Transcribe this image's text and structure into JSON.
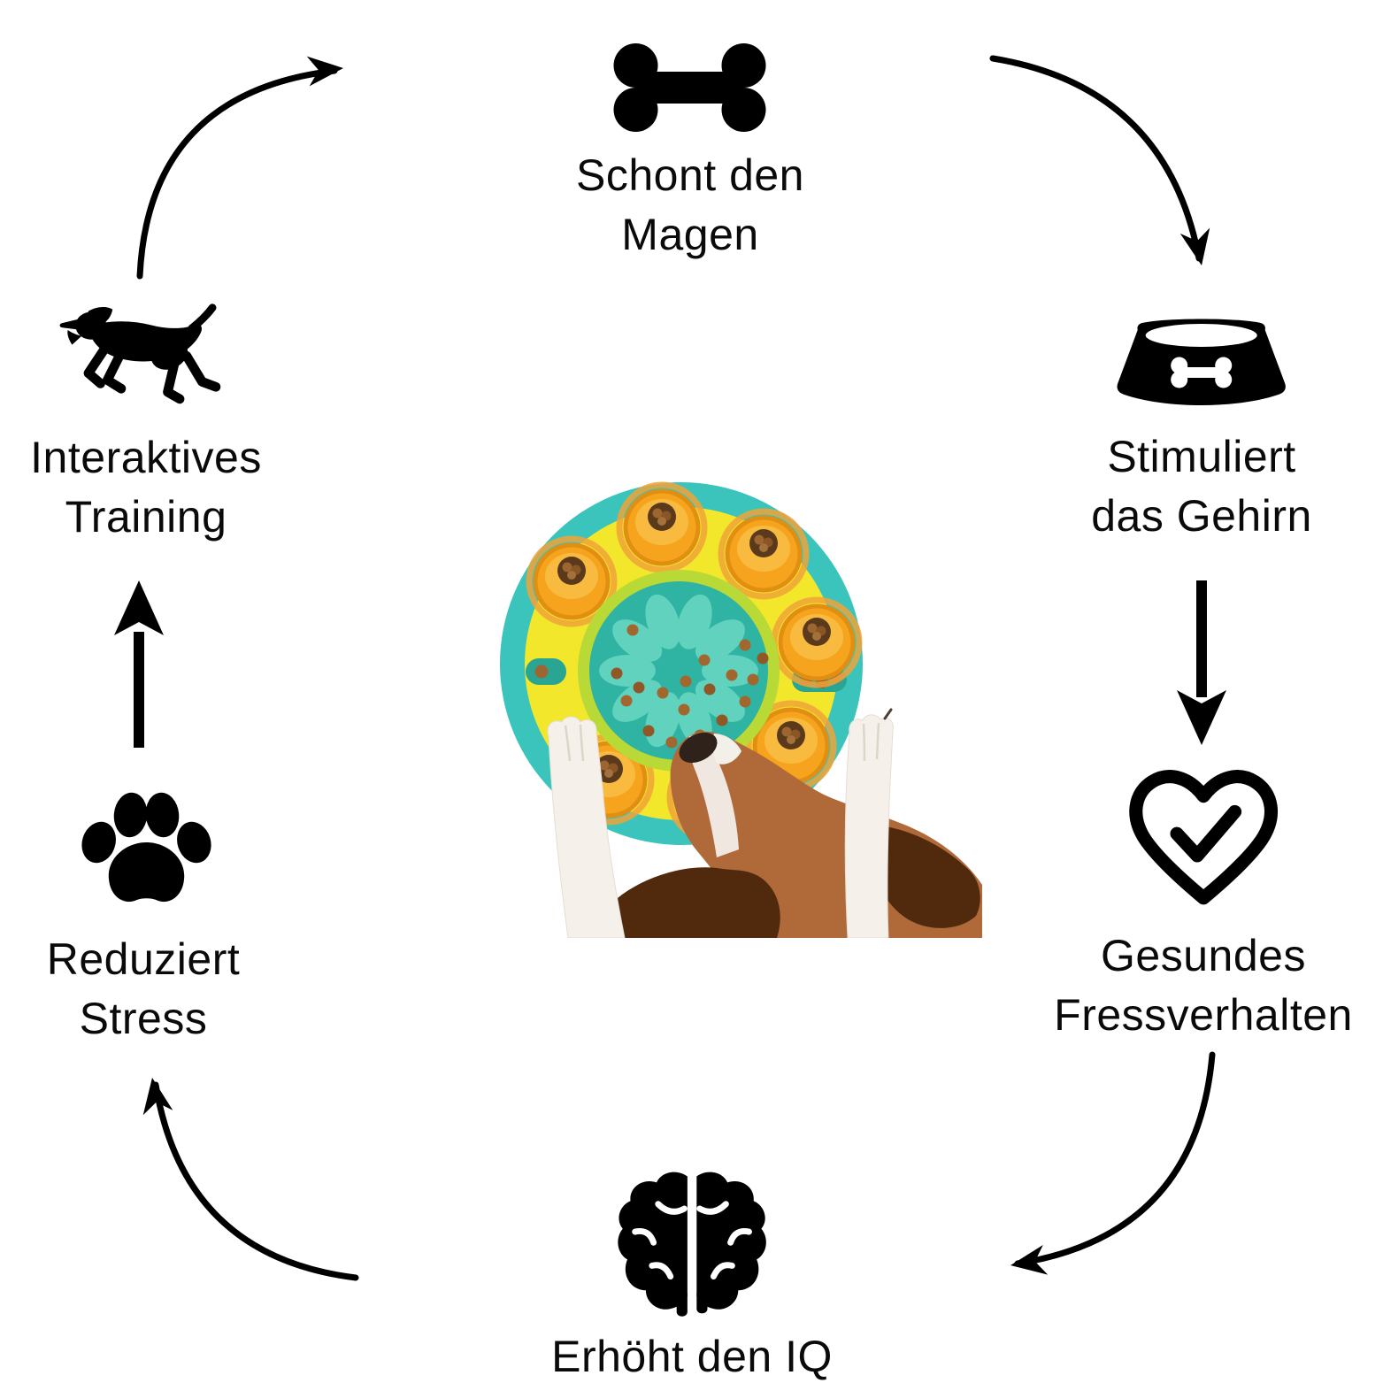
{
  "page": {
    "background": "#ffffff",
    "ink": "#000000",
    "language": "de"
  },
  "cycle_items": [
    {
      "id": "schont-den-magen",
      "icon": "bone-icon",
      "line1": "Schont den",
      "line2": "Magen"
    },
    {
      "id": "stimuliert-das-gehirn",
      "icon": "dog-bowl-icon",
      "line1": "Stimuliert",
      "line2": "das Gehirn"
    },
    {
      "id": "gesundes-fressverhalten",
      "icon": "heart-check-icon",
      "line1": "Gesundes",
      "line2": "Fressverhalten"
    },
    {
      "id": "erhoeht-den-iq",
      "icon": "brain-icon",
      "line1": "Erhöht den IQ",
      "line2": ""
    },
    {
      "id": "reduziert-stress",
      "icon": "paw-icon",
      "line1": "Reduziert",
      "line2": "Stress"
    },
    {
      "id": "interaktives-training",
      "icon": "running-dog-icon",
      "line1": "Interaktives",
      "line2": "Training"
    }
  ],
  "center_photo": {
    "name": "dog-with-treat-puzzle-photo",
    "colors": {
      "toy_rim": "#3bc4bc",
      "toy_disc": "#f2e72b",
      "cup": "#f6a41e",
      "cup_ring": "#e18f12",
      "cup_dome": "#f9bb3f",
      "bowl": "#2fb3a3",
      "bowl_rim": "#b8d936",
      "petal": "#60d2bd",
      "slot": "#2aa593",
      "kibble": "#a2672e",
      "kibble_dark": "#5a3a1a",
      "dog_fur": "#b06a3a",
      "dog_ear": "#512a0e",
      "dog_white": "#f5f1ea",
      "dog_nose": "#2f221a"
    }
  }
}
